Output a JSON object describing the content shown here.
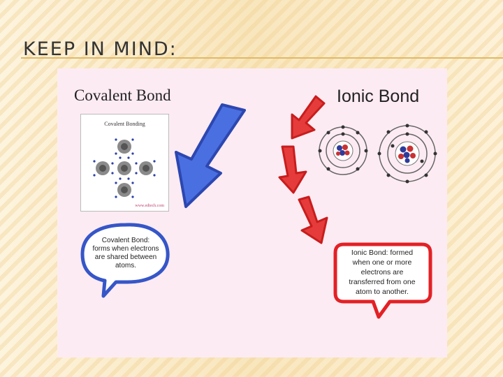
{
  "slide": {
    "title": "KEEP IN MIND:"
  },
  "covalent": {
    "heading": "Covalent Bond",
    "diagram_title": "Covalent Bonding",
    "diagram_footer": "www.edtech.com",
    "bubble_text": "Covalent Bond: forms when electrons are shared between atoms."
  },
  "ionic": {
    "heading": "Ionic Bond",
    "bubble_text": "Ionic Bond: formed when one or more electrons are transferred from one atom to another."
  },
  "colors": {
    "covalent_accent": "#3656c8",
    "ionic_accent": "#e32126",
    "panel_background": "#fdebf3",
    "title_rule": "#e0b964"
  },
  "icons": [
    "big-blue-arrow-icon",
    "red-arrow-icon",
    "speech-bubble-icon",
    "atom-icon"
  ]
}
